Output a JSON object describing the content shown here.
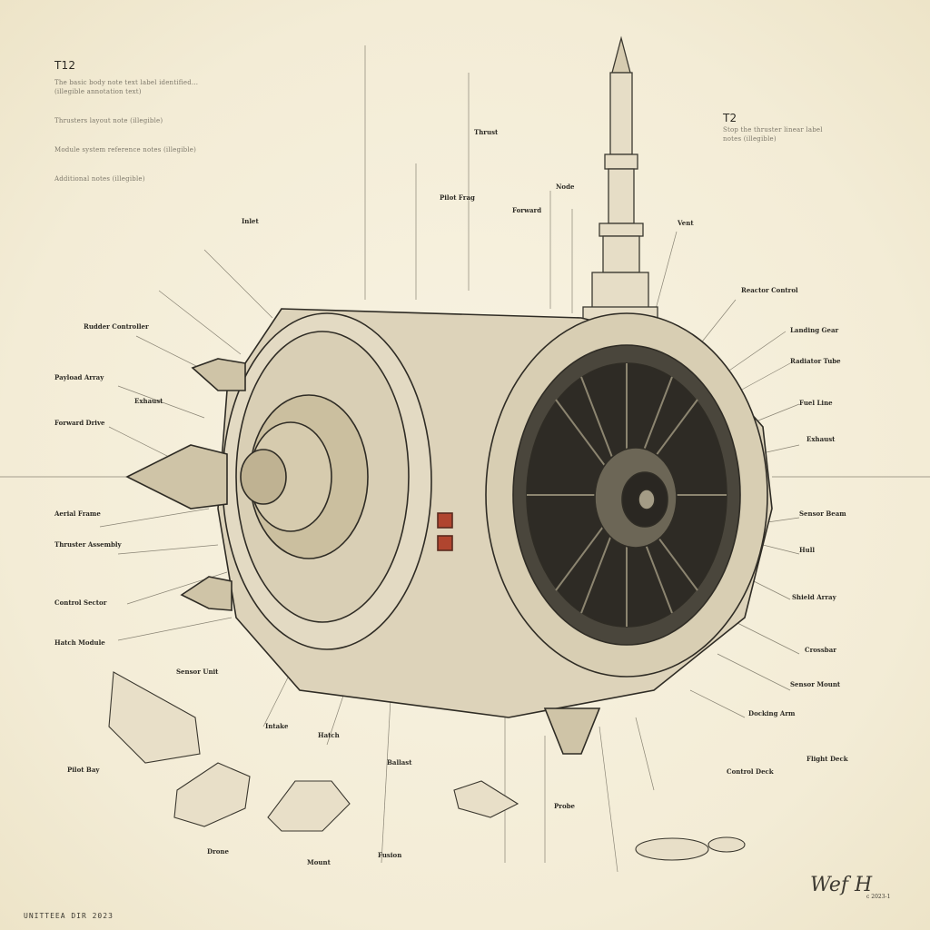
{
  "title_left": "T12",
  "title_right": "T2",
  "left_paragraphs": [
    "The basic body note text label identified... (illegible annotation text)",
    "Thrusters layout note (illegible)",
    "Module system reference notes (illegible)",
    "Additional notes (illegible)"
  ],
  "right_paragraph": "Stop the thruster linear label notes (illegible)",
  "callouts_left": [
    "Rudder Controller",
    "Payload Array",
    "Exhaust",
    "Forward Drive",
    "Aerial Frame",
    "Thruster Assembly",
    "Control Sector",
    "Hatch Module",
    "Pilot Bay",
    "Sensor Unit"
  ],
  "callouts_top": [
    "Inlet",
    "Pilot Frag",
    "Thrust",
    "Forward",
    "Node",
    "Vent"
  ],
  "callouts_right": [
    "Reactor Control",
    "Landing Gear",
    "Radiator Tube",
    "Fuel Line",
    "Exhaust",
    "Sensor Beam",
    "Hull",
    "Shield Array",
    "Crossbar",
    "Sensor Mount",
    "Docking Arm",
    "Flight Deck",
    "Control Deck"
  ],
  "callouts_bottom": [
    "Intake",
    "Hatch",
    "Ballast",
    "Drone",
    "Mount",
    "Fusion",
    "Probe"
  ],
  "footer_text": "UNITTEEA DIR 2023",
  "signature": "Wef H",
  "signature_note": "c 2023-1",
  "colors": {
    "paper": "#f6f0dc",
    "ink": "#3a372f",
    "accent_red": "#b0452f"
  }
}
